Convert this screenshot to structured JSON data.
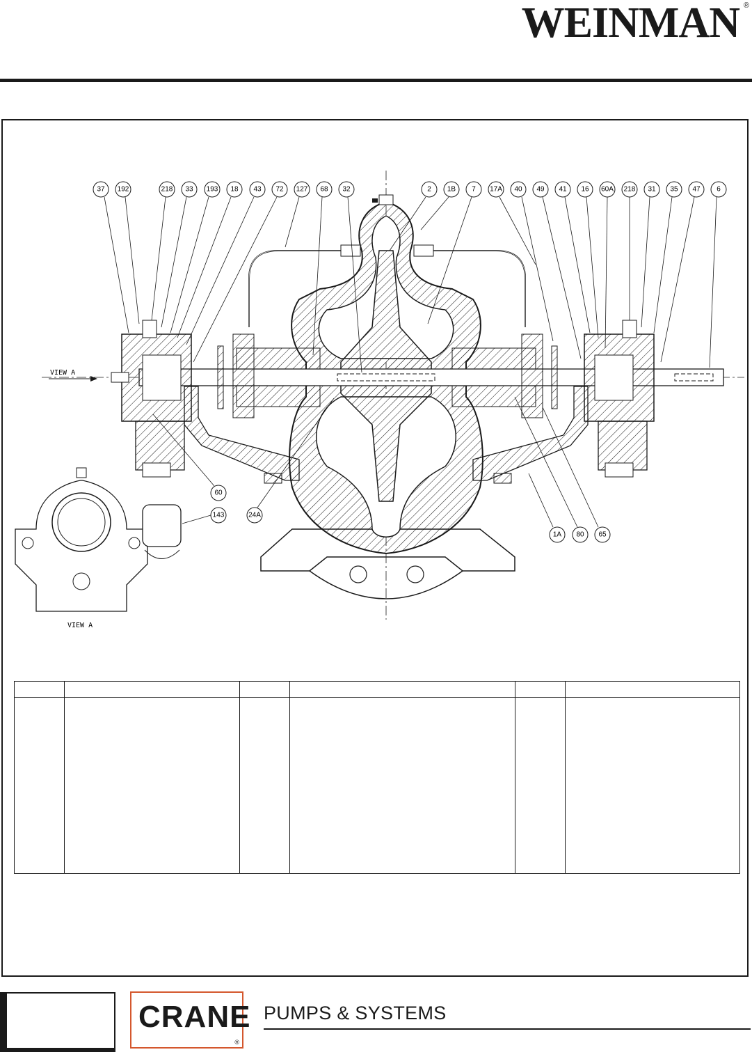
{
  "brand": {
    "name": "WEINMAN",
    "registered": "®"
  },
  "drawing": {
    "callouts_top": [
      "37",
      "192",
      "218",
      "33",
      "193",
      "18",
      "43",
      "72",
      "127",
      "68",
      "32",
      "2",
      "1B",
      "7",
      "17A",
      "40",
      "49",
      "41",
      "16",
      "60A",
      "218",
      "31",
      "35",
      "47",
      "6"
    ],
    "callouts_lower_left": [
      "60",
      "143",
      "24A"
    ],
    "callouts_lower_right": [
      "1A",
      "80",
      "65"
    ],
    "view_label_arrow": "VIEW A",
    "view_label_caption": "VIEW A"
  },
  "footer": {
    "crane": "CRANE",
    "crane_reg": "®",
    "tagline": "PUMPS & SYSTEMS",
    "accent_color": "#d4572d"
  }
}
